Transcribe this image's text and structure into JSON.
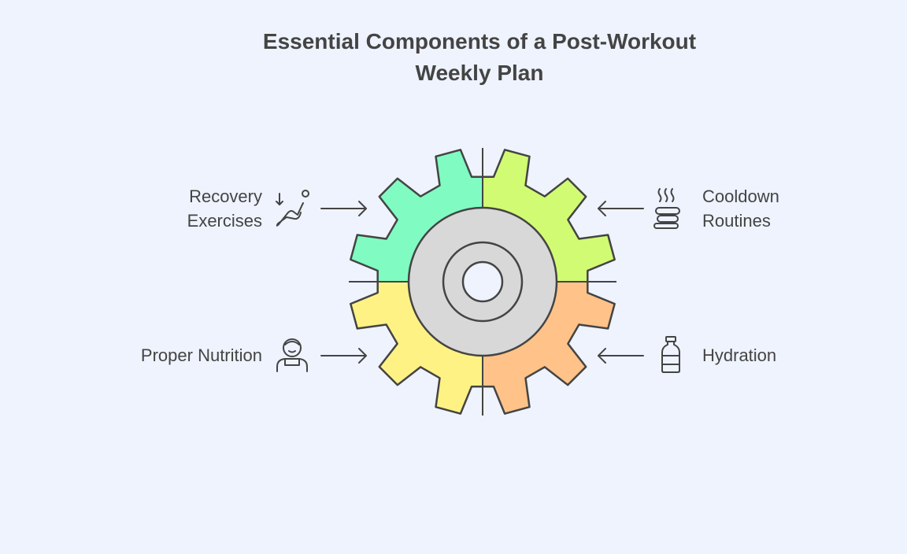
{
  "title_line1": "Essential Components of a Post-Workout",
  "title_line2": "Weekly Plan",
  "components": [
    {
      "label_line1": "Recovery",
      "label_line2": "Exercises",
      "icon": "stretching-person-icon",
      "color": "#80fbc1"
    },
    {
      "label_line1": "Cooldown",
      "label_line2": "Routines",
      "icon": "hot-stones-icon",
      "color": "#d1fb72"
    },
    {
      "label_line1": "Proper Nutrition",
      "icon": "chef-icon",
      "color": "#fff284"
    },
    {
      "label_line1": "Hydration",
      "icon": "water-bottle-icon",
      "color": "#ffc288"
    }
  ],
  "colors": {
    "background": "#eef3fe",
    "hub": "#d8d8d8",
    "stroke": "#444444"
  }
}
